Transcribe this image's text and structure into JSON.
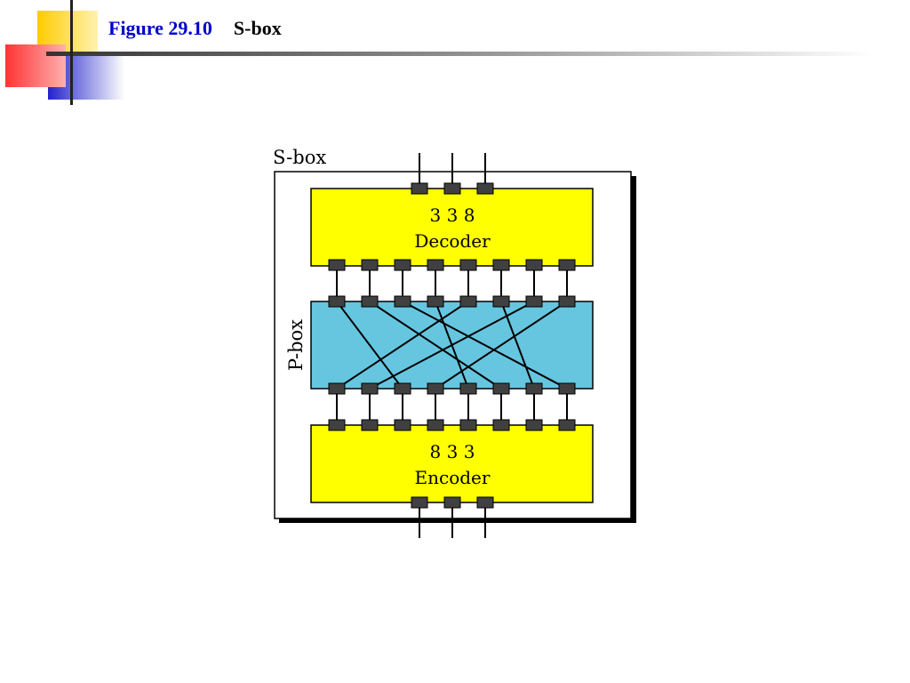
{
  "slide": {
    "figure_number": "Figure 29.10",
    "figure_title": "S-box"
  },
  "diagram": {
    "outer_label": "S-box",
    "middle_label": "P-box",
    "decoder": {
      "code": "3 3 8",
      "label": "Decoder"
    },
    "encoder": {
      "code": "8 3 3",
      "label": "Encoder"
    },
    "pbox_wiring": [
      2,
      5,
      7,
      4,
      0,
      6,
      1,
      3
    ]
  },
  "colors": {
    "title_blue": "#0000cc",
    "decoder_encoder_fill": "#ffff00",
    "pbox_fill": "#66c6e0",
    "pin_fill": "#404040"
  }
}
